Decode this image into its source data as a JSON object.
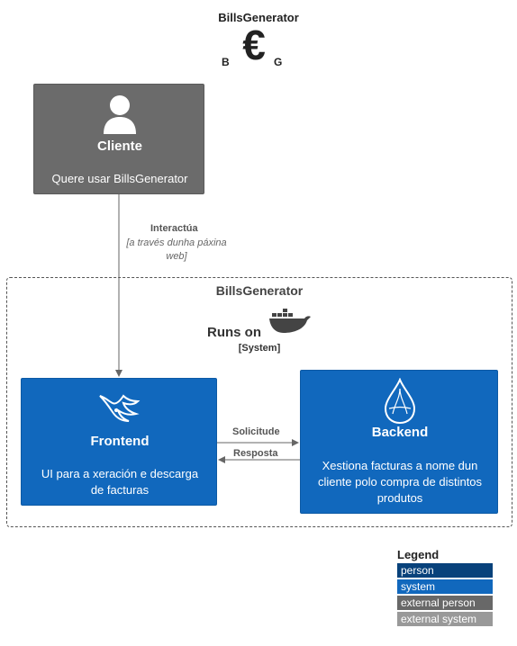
{
  "header": {
    "title": "BillsGenerator",
    "logo_symbol": "€",
    "logo_left": "B",
    "logo_right": "G"
  },
  "cliente": {
    "name": "Cliente",
    "description": "Quere usar BillsGenerator",
    "icon": "person-icon"
  },
  "interaction": {
    "label": "Interactúa",
    "tech_line1": "[a través dunha páxina",
    "tech_line2": "web]"
  },
  "boundary": {
    "title": "BillsGenerator",
    "runs_on": "Runs on",
    "type": "[System]",
    "icon": "docker-whale-icon"
  },
  "frontend": {
    "name": "Frontend",
    "desc_line1": "UI para a xeración e descarga",
    "desc_line2": "de facturas",
    "icon": "phoenix-icon"
  },
  "backend": {
    "name": "Backend",
    "desc_line1": "Xestiona facturas a nome dun",
    "desc_line2": "cliente polo compra de distintos",
    "desc_line3": "produtos",
    "icon": "drop-icon"
  },
  "relations": {
    "request": "Solicitude",
    "response": "Resposta"
  },
  "legend": {
    "title": "Legend",
    "items": [
      {
        "label": "person",
        "color": "#08427b"
      },
      {
        "label": "system",
        "color": "#1168bd"
      },
      {
        "label": "external person",
        "color": "#686868"
      },
      {
        "label": "external system",
        "color": "#999999"
      }
    ]
  },
  "colors": {
    "person_box": "#6b6b6b",
    "system_box": "#1168bd",
    "arrow": "#666666"
  }
}
